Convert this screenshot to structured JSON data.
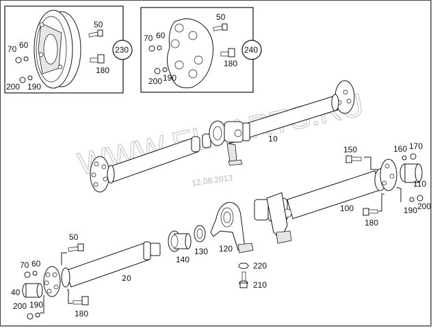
{
  "diagram": {
    "title": "Propeller shaft exploded parts diagram",
    "watermark": "WWW.ELPARTS.RU",
    "date_stamp": "12.08.2013",
    "insets": [
      {
        "id": "230",
        "callout": "230",
        "labels": {
          "bolt_top": "50",
          "nut": "70",
          "washer": "60",
          "bolt_bottom": "180",
          "nut_bottom": "200",
          "washer_bottom": "190"
        }
      },
      {
        "id": "240",
        "callout": "240",
        "labels": {
          "bolt_top": "50",
          "nut": "70",
          "washer": "60",
          "bolt_bottom": "180",
          "nut_bottom": "200",
          "washer_bottom": "190"
        }
      }
    ],
    "main_shaft": {
      "label": "10"
    },
    "rear_assembly": {
      "shaft": "100",
      "bolt_top": "150",
      "washer_top": "160",
      "nut_top": "170",
      "sleeve": "110",
      "bolt_bottom": "180",
      "washer_bottom": "190",
      "nut_bottom": "200"
    },
    "center_parts": {
      "bearing_bracket": "120",
      "bearing": "130",
      "dust_cap": "140",
      "washer": "220",
      "bolt": "210"
    },
    "front_assembly": {
      "shaft": "20",
      "bolt_top": "50",
      "nut": "70",
      "washer": "60",
      "sleeve": "40",
      "nut_bottom": "200",
      "washer_bottom": "190",
      "bolt_bottom": "180"
    }
  }
}
